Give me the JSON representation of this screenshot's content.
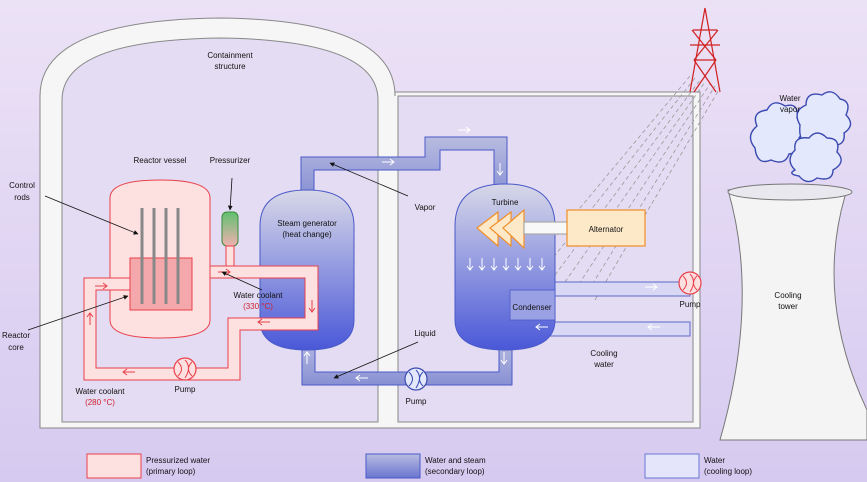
{
  "labels": {
    "containment": [
      "Containment",
      "structure"
    ],
    "reactor_vessel": "Reactor vessel",
    "pressurizer": "Pressurizer",
    "control_rods": [
      "Control",
      "rods"
    ],
    "reactor_core": [
      "Reactor",
      "core"
    ],
    "steam_generator": [
      "Steam generator",
      "(heat change)"
    ],
    "vapor": "Vapor",
    "turbine": "Turbine",
    "alternator": "Alternator",
    "water_coolant_hot": "Water coolant",
    "water_coolant_hot_temp": "(330 °C)",
    "water_coolant_cold": "Water coolant",
    "water_coolant_cold_temp": "(280 °C)",
    "pump_primary": "Pump",
    "pump_secondary": "Pump",
    "pump_cooling": "Pump",
    "liquid": "Liquid",
    "condenser": "Condenser",
    "cooling_water": [
      "Cooling",
      "water"
    ],
    "cooling_tower": [
      "Cooling",
      "tower"
    ],
    "water_vapor": [
      "Water",
      "vapor"
    ]
  },
  "legend": [
    {
      "line1": "Pressurized water",
      "line2": "(primary loop)"
    },
    {
      "line1": "Water and steam",
      "line2": "(secondary loop)"
    },
    {
      "line1": "Water",
      "line2": "(cooling loop)"
    }
  ],
  "colors": {
    "primary_loop": "#e8404c",
    "secondary_loop": "#4a5ac8",
    "cooling_loop": "#6a78d8",
    "alternator": "#f0902a",
    "background_top": "#eae0f4",
    "background_bottom": "#d8ccf0"
  }
}
